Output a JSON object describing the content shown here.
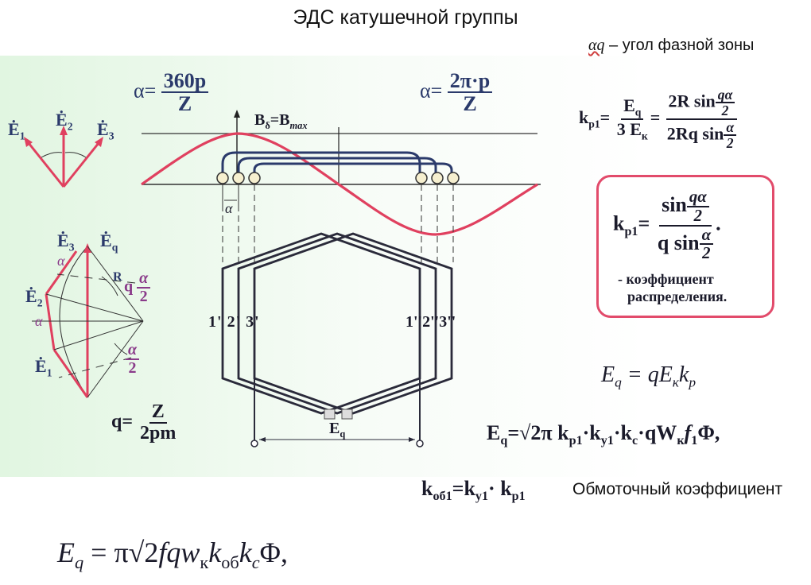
{
  "title": "ЭДС катушечной группы",
  "phase_zone_note": {
    "symbol": "αq",
    "text": " – угол фазной зоны"
  },
  "alpha_formula_deg": {
    "lhs": "α=",
    "num": "360p",
    "den": "Z"
  },
  "alpha_formula_rad": {
    "lhs": "α=",
    "num": "2π·p",
    "den": "Z"
  },
  "b_label": {
    "main": "B",
    "sub1": "δ",
    "eq": "=B",
    "sub2": "max"
  },
  "vector_labels": {
    "e1": "Ė",
    "e1_sub": "1",
    "e2": "Ė",
    "e2_sub": "2",
    "e3": "Ė",
    "e3_sub": "3",
    "eq": "Ė",
    "eq_sub": "q"
  },
  "polygon_labels": {
    "alpha1": "α",
    "alpha2": "α",
    "r": "R",
    "q_half_q": "q",
    "q_half_num": "α",
    "q_half_den": "2",
    "half_num": "α",
    "half_den": "2"
  },
  "pitch_alpha": "α",
  "coil_labels_left": [
    "1'",
    "2'",
    "3'"
  ],
  "coil_labels_right": [
    "1''",
    "2''",
    "3''"
  ],
  "terminal_label": {
    "main": "E",
    "sub": "q"
  },
  "q_formula": {
    "lhs": "q=",
    "num": "Z",
    "den": "2pm"
  },
  "kp_formula": {
    "lhs": "k",
    "lhs_sub": "p1",
    "eq1": "=",
    "num1": "E",
    "num1_sub": "q",
    "den1": "3 E",
    "den1_sub": "к",
    "eq2": "=",
    "num2": "2R sin",
    "num2_frac_num": "qα",
    "num2_frac_den": "2",
    "den2": "2Rq sin",
    "den2_frac_num": "α",
    "den2_frac_den": "2"
  },
  "kp_box": {
    "lhs": "k",
    "lhs_sub": "p1",
    "eq": "=",
    "num": "sin",
    "num_frac_num": "qα",
    "num_frac_den": "2",
    "den": "q sin",
    "den_frac_num": "α",
    "den_frac_den": "2",
    "dot": ".",
    "caption_line1": "- коэффициент",
    "caption_line2": "распределения."
  },
  "eq_formula_1": {
    "lhs": "E",
    "lhs_sub": "q",
    "rhs": " = qE",
    "rhs_sub1": "к",
    "rhs2": "k",
    "rhs_sub2": "р"
  },
  "eq_formula_2": {
    "lhs": "E",
    "lhs_sub": "q",
    "text": "=√2π k",
    "s1": "p1",
    "t2": "·k",
    "s2": "y1",
    "t3": "·k",
    "s3": "c",
    "t4": "·qW",
    "s4": "к",
    "t5": "f",
    "s5": "1",
    "t6": "Φ",
    "tail": ","
  },
  "kob_formula": {
    "k": "k",
    "k_sub": "об1",
    "t1": "=k",
    "s1": "y1",
    "t2": "· k",
    "s2": "p1"
  },
  "winding_factor_label": "Обмоточный коэффициент",
  "eq_formula_3": {
    "lhs": "E",
    "lhs_sub": "q",
    "t1": " = π√2",
    "t2": "fqw",
    "s1": "к",
    "t3": "k",
    "s2": "об",
    "t4": "k",
    "s3": "c",
    "t5": "Φ,"
  },
  "colors": {
    "red": "#e0405f",
    "navy": "#2b3a6b",
    "coil": "#2a2a3a",
    "box": "#e24b6b"
  }
}
